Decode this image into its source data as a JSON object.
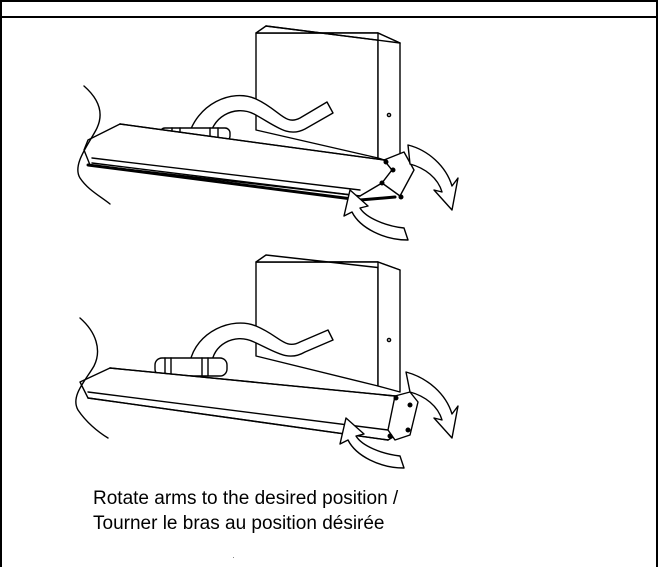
{
  "caption": {
    "line1": "Rotate arms to the desired position /",
    "line2": "Tourner le bras au position désirée"
  },
  "colors": {
    "line": "#000000",
    "background": "#ffffff"
  },
  "figures": [
    {
      "name": "lamp-rotation-step-1",
      "arrows": [
        "rotate-arrow-down",
        "rotate-arrow-up"
      ]
    },
    {
      "name": "lamp-rotation-step-2",
      "arrows": [
        "rotate-arrow-down",
        "rotate-arrow-up"
      ]
    }
  ]
}
